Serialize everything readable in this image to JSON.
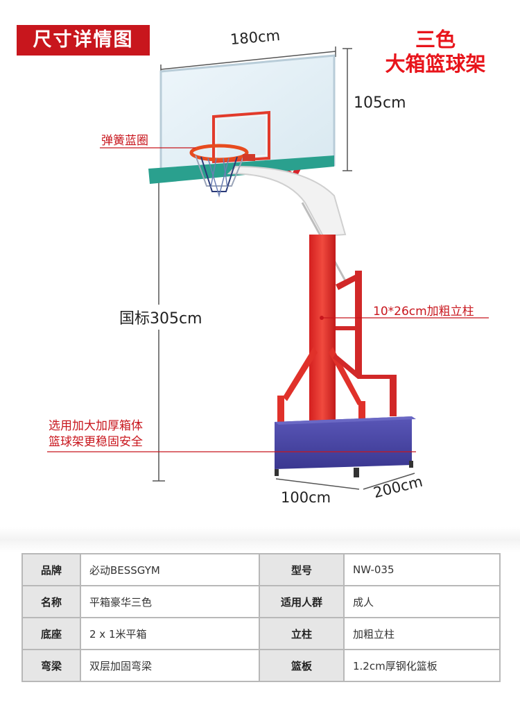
{
  "header": {
    "banner": "尺寸详情图",
    "title_line1": "三色",
    "title_line2": "大箱篮球架"
  },
  "dimensions": {
    "board_width": "180cm",
    "board_height": "105cm",
    "hoop_height": "国标305cm",
    "base_length": "100cm",
    "base_width": "200cm"
  },
  "callouts": {
    "spring_rim": "弹簧蓝圈",
    "pillar": "10*26cm加粗立柱",
    "box_line1": "选用加大加厚箱体",
    "box_line2": "篮球架更稳固安全"
  },
  "colors": {
    "accent_red": "#c8161d",
    "pole_red": "#e8322a",
    "base_blue": "#4b47a8",
    "board_teal": "#2aa08e"
  },
  "specs": [
    {
      "k1": "品牌",
      "v1": "必动BESSGYM",
      "k2": "型号",
      "v2": "NW-035"
    },
    {
      "k1": "名称",
      "v1": "平箱豪华三色",
      "k2": "适用人群",
      "v2": "成人"
    },
    {
      "k1": "底座",
      "v1": "2 x 1米平箱",
      "k2": "立柱",
      "v2": "加粗立柱"
    },
    {
      "k1": "弯梁",
      "v1": "双层加固弯梁",
      "k2": "篮板",
      "v2": "1.2cm厚钢化篮板"
    }
  ]
}
